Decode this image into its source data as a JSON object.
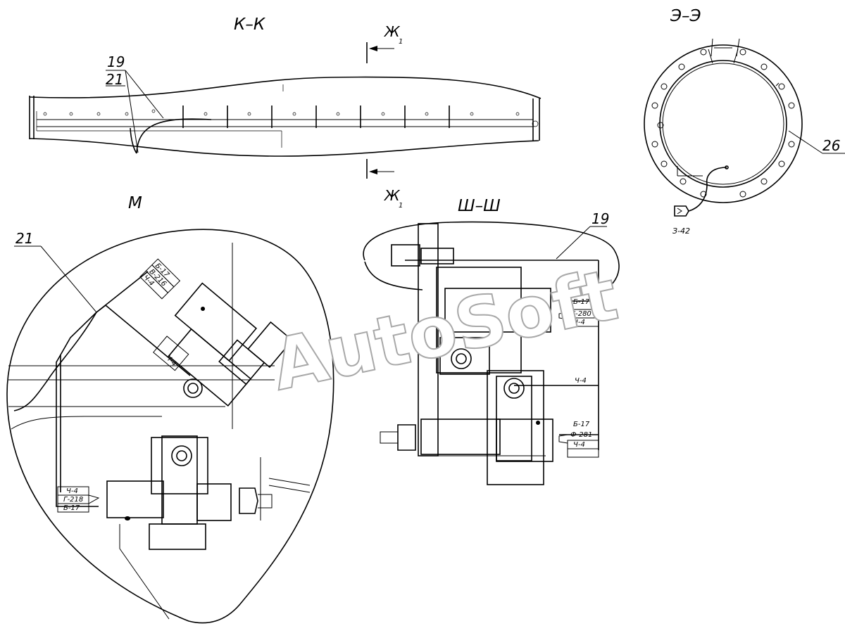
{
  "watermark": "AutoSoft",
  "sections": {
    "kk": "К–К",
    "ee": "Э–Э",
    "m": "М",
    "shsh": "Ш–Ш",
    "zh_top": "Ж",
    "zh_bottom": "Ж",
    "zh_sub": "1"
  },
  "callouts": {
    "kk_top": "19",
    "kk_bottom": "21",
    "ee": "26",
    "m": "21",
    "shsh": "19"
  },
  "connector_label": "З-42",
  "m_tags": {
    "top": [
      "Б-17",
      "В-216",
      "Ч-4"
    ],
    "mid_wire": "Ч-4",
    "left": [
      "Ч-4",
      "Г-218",
      "Б-17"
    ]
  },
  "shsh_tags": {
    "top": [
      "Б-17",
      "К-280",
      "Ч-4"
    ],
    "mid": "Ч-4",
    "bottom": [
      "Б-17",
      "Ф-281",
      "Ч-4"
    ]
  }
}
